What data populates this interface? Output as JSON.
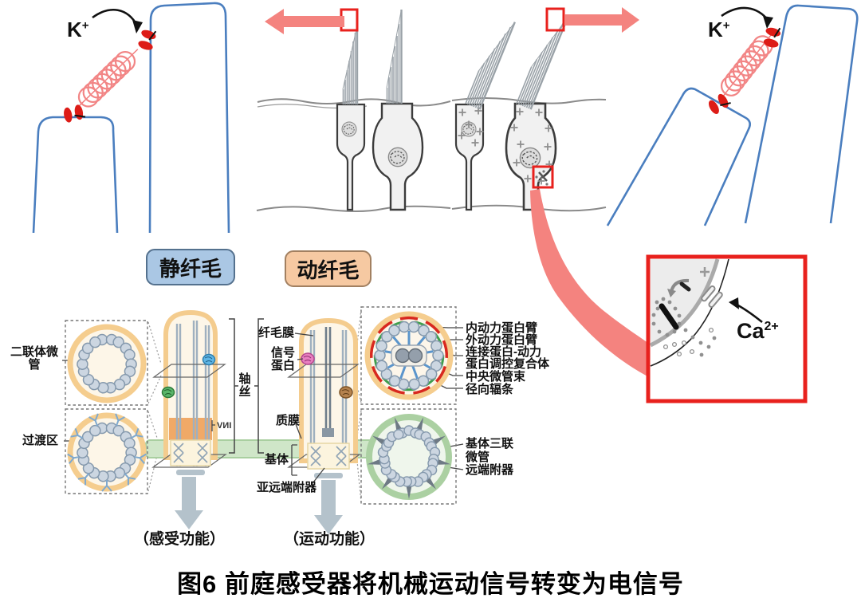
{
  "figure": {
    "caption": "图6  前庭感受器将机械运动信号转变为电信号",
    "ions": {
      "k_base": "K",
      "k_sup": "+",
      "ca_base": "Ca",
      "ca_sup": "2+"
    },
    "badges": {
      "stereocilia": "静纤毛",
      "kinocilium": "动纤毛"
    },
    "cilium": {
      "doublet_line1": "二联体微",
      "doublet_line2": "管",
      "transition_zone": "过渡区",
      "axoneme_char1": "轴",
      "axoneme_char2": "丝",
      "inv": "INV",
      "ciliary_membrane": "纤毛膜",
      "signal_protein_line1": "信号",
      "signal_protein_line2": "蛋白",
      "plasma_membrane": "质膜",
      "basal_body": "基体",
      "subdistal_appendage": "亚远端附器",
      "inner_dynein_arm": "内动力蛋白臂",
      "outer_dynein_arm": "外动力蛋白臂",
      "nexin_line1": "连接蛋白-动力",
      "nexin_line2": "蛋白调控复合体",
      "central_microtubules": "中央微管束",
      "radial_spoke": "径向辐条",
      "basal_triplet_line1": "基体三联",
      "basal_triplet_line2": "微管",
      "distal_appendage": "远端附器",
      "sensory_function": "（感受功能）",
      "motor_function": "（运动功能）"
    },
    "colors": {
      "accent_red": "#e8211d",
      "arrow_pink": "#f4837f",
      "stereocilia_blue": "#4a7ebf",
      "badge_blue": "#aac7e4",
      "badge_orange": "#f6c9a2",
      "membrane_orange": "#f5cd8e",
      "plasma_green": "#cfe6c8"
    }
  }
}
